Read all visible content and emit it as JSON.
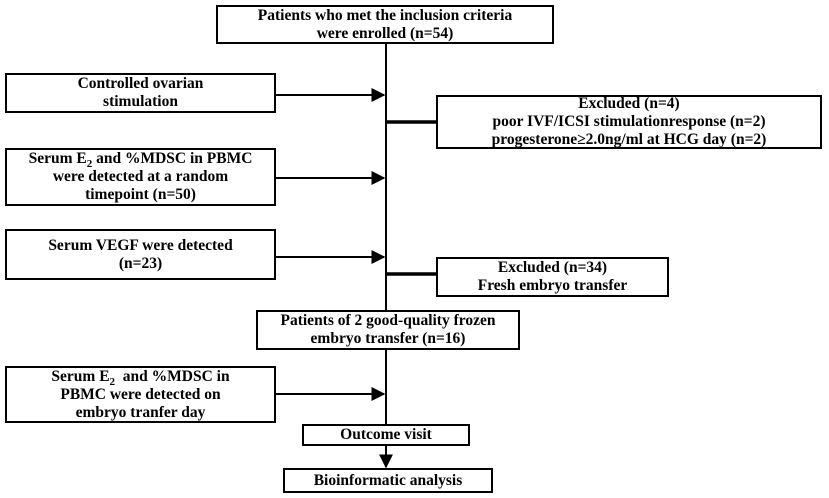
{
  "boxes": {
    "enrolled": {
      "line1": "Patients who met the inclusion criteria",
      "line2": "were enrolled (n=54)"
    },
    "stimulation": {
      "line1": "Controlled ovarian",
      "line2": "stimulation"
    },
    "excluded1": {
      "line1": "Excluded (n=4)",
      "line2": "poor IVF/ICSI stimulationresponse (n=2)",
      "line3": "progesterone≥2.0ng/ml at HCG day (n=2)"
    },
    "serum_random": {
      "line1_pre": "Serum E",
      "line1_sub": "2",
      "line1_post": " and %MDSC in PBMC",
      "line2": "were detected at a random",
      "line3": "timepoint (n=50)"
    },
    "vegf": {
      "line1": "Serum VEGF were detected",
      "line2": "(n=23)"
    },
    "excluded2": {
      "line1": "Excluded (n=34)",
      "line2": "Fresh embryo transfer"
    },
    "frozen": {
      "line1": "Patients of 2 good-quality frozen",
      "line2": "embryo transfer (n=16)"
    },
    "serum_transfer": {
      "line1_pre": "Serum E",
      "line1_sub": "2",
      "line1_post": "  and %MDSC in",
      "line2": "PBMC were detected on",
      "line3": "embryo tranfer day"
    },
    "outcome": {
      "line1": "Outcome visit"
    },
    "bioinformatic": {
      "line1": "Bioinformatic analysis"
    }
  },
  "colors": {
    "line": "#000000",
    "box_border": "#000000",
    "background": "#ffffff"
  }
}
